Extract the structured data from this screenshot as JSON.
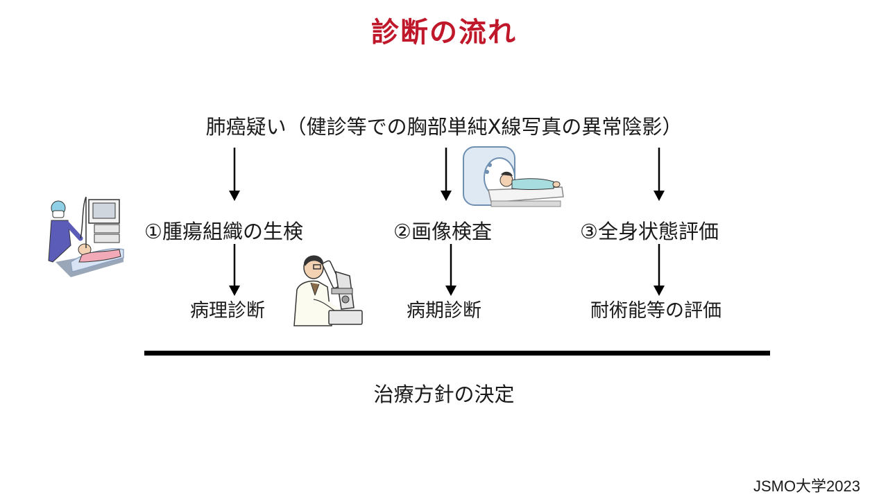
{
  "slide": {
    "title": "診断の流れ",
    "lead": "肺癌疑い（健診等での胸部単純X線写真の異常陰影）",
    "steps": [
      {
        "label": "①腫瘍組織の生検",
        "result": "病理診断"
      },
      {
        "label": "②画像検査",
        "result": "病期診断"
      },
      {
        "label": "③全身状態評価",
        "result": "耐術能等の評価"
      }
    ],
    "decision": "治療方針の決定",
    "footer": "JSMO大学2023"
  },
  "colors": {
    "title": "#c0182b",
    "text": "#1a1a1a",
    "arrow": "#000000"
  },
  "icons": [
    "endoscopy-illustration",
    "ct-scanner-illustration",
    "microscope-doctor-illustration"
  ]
}
